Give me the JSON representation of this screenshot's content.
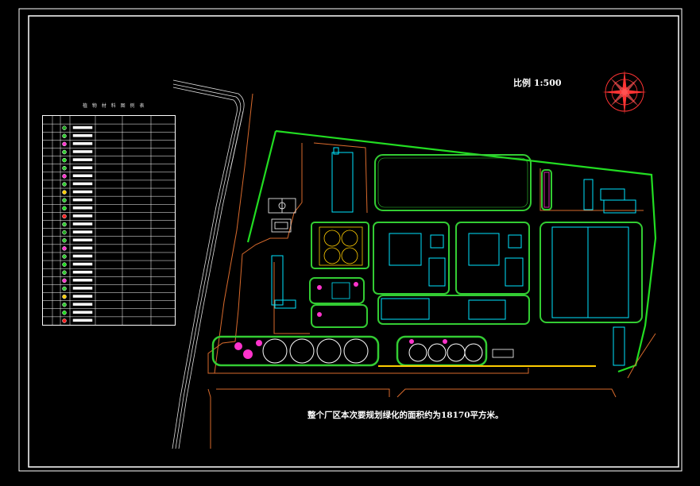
{
  "drawing": {
    "scale_label": "比例 1:500",
    "area_note": "整个厂区本次要规划绿化的面积约为18170平方米。",
    "legend_title": "植 物 材 料 图 例 表"
  },
  "colors": {
    "background": "#000000",
    "frame": "#ffffff",
    "site_boundary": "#22dd22",
    "hedge": "#33cc33",
    "building": "#00e5ff",
    "road": "#d86a2c",
    "accent_magenta": "#ff33cc",
    "accent_yellow": "#ffcc00",
    "accent_red": "#ff2020",
    "north_arrow": "#ff3333"
  },
  "icons": {
    "north_arrow": "compass-rose-icon"
  }
}
